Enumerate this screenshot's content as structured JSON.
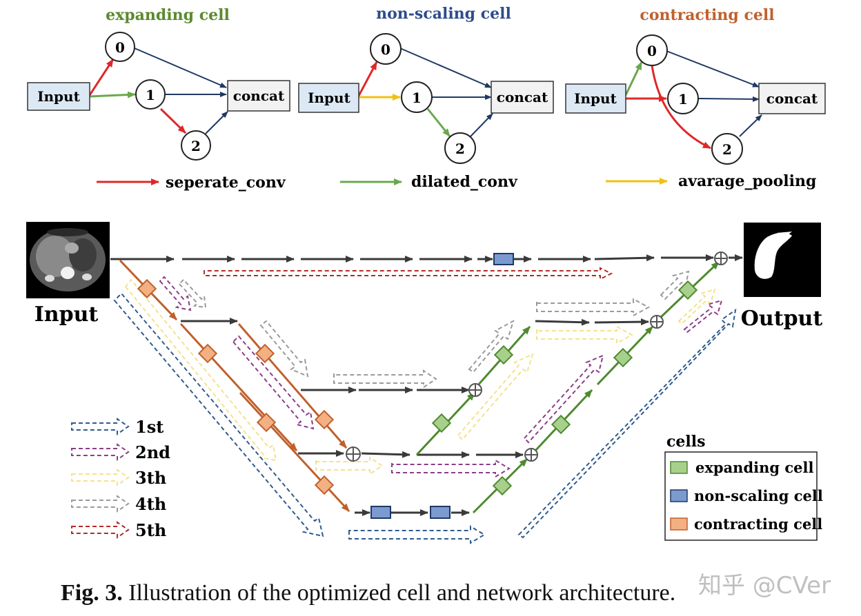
{
  "cells": [
    {
      "title": "expanding cell",
      "title_color": "#5b8a2e",
      "input_label": "Input",
      "concat_label": "concat",
      "nodes": [
        "0",
        "1",
        "2"
      ]
    },
    {
      "title": "non-scaling cell",
      "title_color": "#2e4c8c",
      "input_label": "Input",
      "concat_label": "concat",
      "nodes": [
        "0",
        "1",
        "2"
      ]
    },
    {
      "title": "contracting cell",
      "title_color": "#c0602c",
      "input_label": "Input",
      "concat_label": "concat",
      "nodes": [
        "0",
        "1",
        "2"
      ]
    }
  ],
  "op_legend": [
    {
      "label": "seperate_conv",
      "color": "#e02828"
    },
    {
      "label": "dilated_conv",
      "color": "#6aa84f"
    },
    {
      "label": "avarage_pooling",
      "color": "#f2c010"
    }
  ],
  "network": {
    "input_label": "Input",
    "output_label": "Output"
  },
  "iteration_legend": [
    {
      "label": "1st",
      "color": "#2e5a8c"
    },
    {
      "label": "2nd",
      "color": "#8a3d88"
    },
    {
      "label": "3th",
      "color": "#f3e28c"
    },
    {
      "label": "4th",
      "color": "#9a9a9a"
    },
    {
      "label": "5th",
      "color": "#b22a2a"
    }
  ],
  "cell_legend": {
    "title": "cells",
    "items": [
      {
        "label": "expanding cell",
        "color": "#a8d08d"
      },
      {
        "label": "non-scaling cell",
        "color": "#7b9bd0"
      },
      {
        "label": "contracting cell",
        "color": "#f3b083"
      }
    ]
  },
  "caption": {
    "prefix": "Fig. 3.",
    "text": " Illustration of the optimized cell and network architecture."
  },
  "watermark": "知乎 @CVer"
}
